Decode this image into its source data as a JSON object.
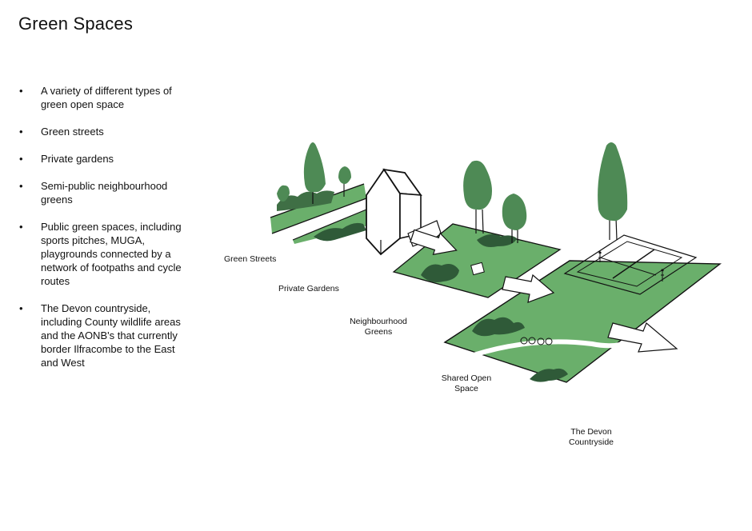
{
  "page": {
    "title": "Green Spaces"
  },
  "bullets": [
    "A variety of different types of green open space",
    "Green streets",
    "Private gardens",
    "Semi-public neighbourhood greens",
    "Public green spaces, including sports pitches, MUGA, playgrounds connected by a network of footpaths and cycle routes",
    "The Devon countryside, including County wildlife areas and the AONB's that currently border Ilfracombe to the East and West"
  ],
  "bullet_symbol": "•",
  "labels": {
    "green_streets": "Green Streets",
    "private_gardens": "Private Gardens",
    "neighbourhood_greens": "Neighbourhood Greens",
    "shared_open_space": "Shared Open Space",
    "devon_countryside": "The Devon Countryside"
  },
  "colors": {
    "grass": "#6aaf6b",
    "tree": "#4e8a55",
    "tree_dark": "#3f6f45",
    "shrub": "#2f5a38",
    "outline": "#111111"
  }
}
